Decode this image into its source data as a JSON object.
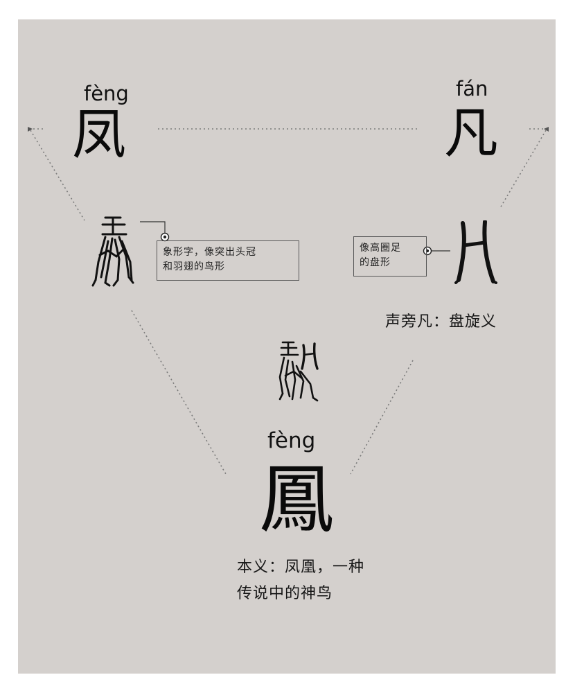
{
  "top_left": {
    "pinyin": "fèng",
    "char": "凤"
  },
  "top_right": {
    "pinyin": "fán",
    "char": "凡"
  },
  "bottom": {
    "pinyin": "fèng",
    "char": "鳳",
    "note": "本义：凤凰，一种\n传说中的神鸟"
  },
  "left_callout": {
    "text": "象形字，像突出头冠\n和羽翅的鸟形"
  },
  "right_callout": {
    "text": "像高圈足\n的盘形"
  },
  "right_note": {
    "text": "声旁凡：盘旋义"
  },
  "icons": {
    "left_ancient": "oracle-bird-glyph-icon",
    "right_ancient": "oracle-plate-glyph-icon",
    "center_ancient": "combined-ancient-glyph-icon"
  },
  "colors": {
    "panel": "#d4d0cd",
    "ink": "#111111",
    "dotted": "#777777"
  }
}
